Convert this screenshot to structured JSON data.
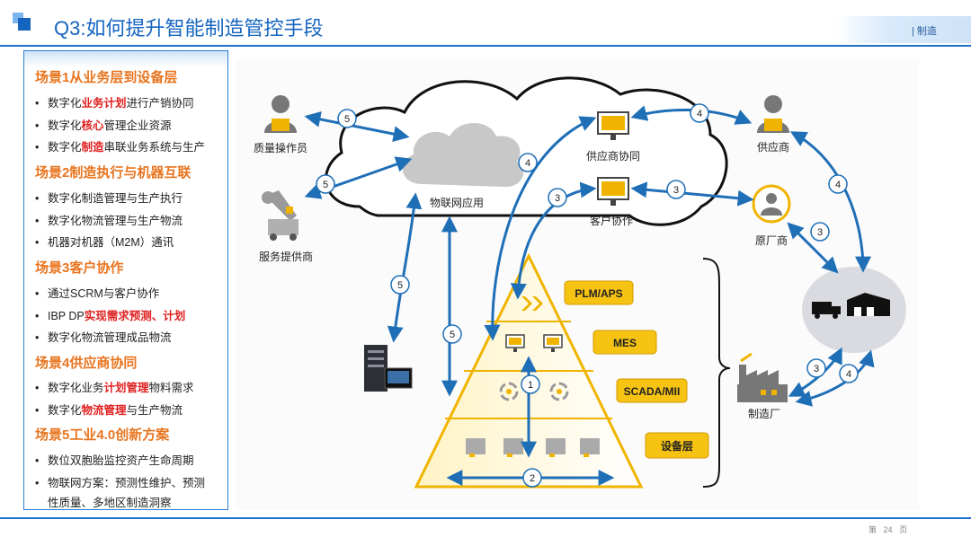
{
  "header": {
    "title": "Q3:如何提升智能制造管控手段",
    "tag": "| 制造"
  },
  "panel": {
    "s1": {
      "title": "场景1从业务层到设备层",
      "b1": [
        "数字化",
        "业务计划",
        "进行产销协同"
      ],
      "b2": [
        "数字化",
        "核心",
        "管理企业资源"
      ],
      "b3": [
        "数字化",
        "制造",
        "串联业务系统与生产"
      ]
    },
    "s2": {
      "title": "场景2制造执行与机器互联",
      "b1": "数字化制造管理与生产执行",
      "b2": "数字化物流管理与生产物流",
      "b3": "机器对机器（M2M）通讯"
    },
    "s3": {
      "title": "场景3客户协作",
      "b1": "通过SCRM与客户协作",
      "b2": [
        "IBP DP",
        "实现需求预测、计划"
      ],
      "b3": "数字化物流管理成品物流"
    },
    "s4": {
      "title": "场景4供应商协同",
      "b1": [
        "数字化业务",
        "计划管理",
        "物料需求"
      ],
      "b2": [
        "数字化",
        "物流管理",
        "与生产物流"
      ]
    },
    "s5": {
      "title": "场景5工业4.0创新方案",
      "b1": "数位双胞胎监控资产生命周期",
      "b2": "物联网方案：预测性维护、预测",
      "b3": "性质量、多地区制造洞察"
    }
  },
  "diagram": {
    "cloud_label": "物联网应用",
    "quality_operator": "质量操作员",
    "service_provider": "服务提供商",
    "supplier_collab": "供应商协同",
    "customer_collab": "客户协作",
    "supplier": "供应商",
    "oem": "原厂商",
    "factory": "制造厂",
    "layer_plm": "PLM/APS",
    "layer_mes": "MES",
    "layer_scada": "SCADA/MII",
    "layer_device": "设备层",
    "n1": "1",
    "n2": "2",
    "n3": "3",
    "n4": "4",
    "n5": "5",
    "accent": "#f0b400",
    "arrow_color": "#1f6fb7"
  },
  "footer": {
    "page_prefix": "第",
    "page_num": "24",
    "page_suffix": "页"
  }
}
